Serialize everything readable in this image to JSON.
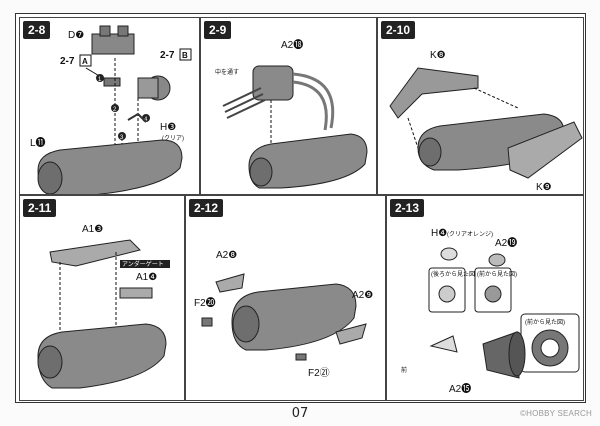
{
  "steps": [
    {
      "id": "2-8",
      "labels": {
        "d": "D❼",
        "ref_a_num": "2-7",
        "ref_a_letter": "A",
        "ref_b_num": "2-7",
        "ref_b_letter": "B",
        "h": "H❸",
        "h_note": "(クリア)",
        "l": "L⓫",
        "n1": "1",
        "n2": "2",
        "n3": "3",
        "n4": "4"
      }
    },
    {
      "id": "2-9",
      "labels": {
        "a2": "A2⓲",
        "note": "中を通す"
      }
    },
    {
      "id": "2-10",
      "labels": {
        "k8": "K❽",
        "k9": "K❾"
      }
    },
    {
      "id": "2-11",
      "labels": {
        "a1_3": "A1❸",
        "a1_4": "A1❹",
        "note": "アンダーゲート"
      }
    },
    {
      "id": "2-12",
      "labels": {
        "a2_8": "A2❽",
        "f2_20": "F2⓴",
        "a2_9": "A2❾",
        "f2_21": "F2㉑"
      }
    },
    {
      "id": "2-13",
      "labels": {
        "h4": "H❹",
        "h4_note": "(クリアオレンジ)",
        "a2_19": "A2⓳",
        "view1": "(後ろから見た図)",
        "view2": "(前から見た図)",
        "view3": "(前から見た図)",
        "front": "前",
        "a2_15": "A2⓯"
      }
    }
  ],
  "page_number": "07",
  "watermark": "©HOBBY SEARCH"
}
